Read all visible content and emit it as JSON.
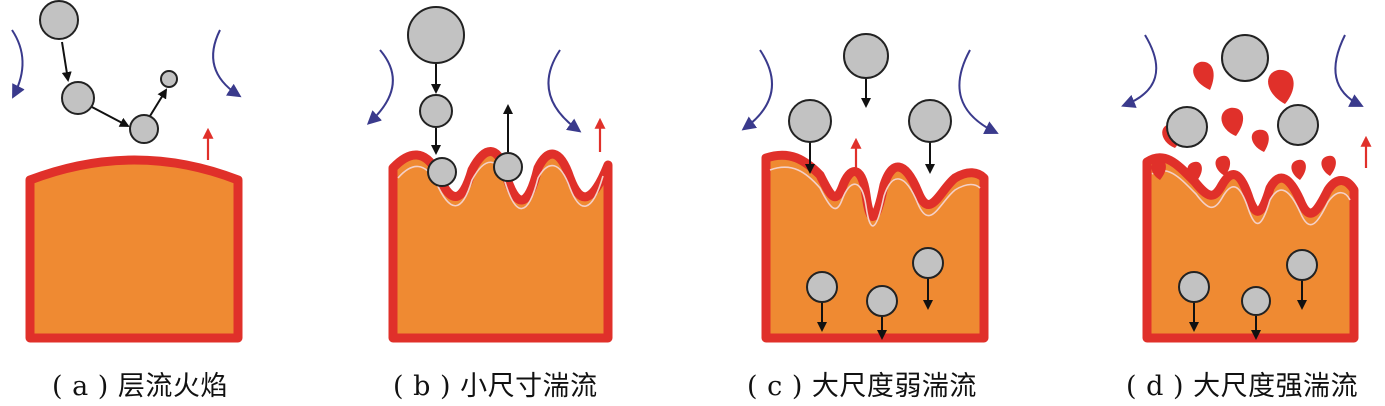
{
  "panels": [
    {
      "id": "a",
      "caption": "( a ) 层流火焰"
    },
    {
      "id": "b",
      "caption": "( b ) 小尺寸湍流"
    },
    {
      "id": "c",
      "caption": "( c ) 大尺度弱湍流"
    },
    {
      "id": "d",
      "caption": "( d ) 大尺度强湍流"
    }
  ],
  "colors": {
    "fuel_fill": "#ef8a32",
    "flame_border": "#e0302a",
    "particle_fill": "#c2c2c2",
    "particle_stroke": "#222222",
    "flow_arrow": "#3a3a8c",
    "rise_arrow": "#e0302a",
    "droplet": "#e0302a"
  }
}
